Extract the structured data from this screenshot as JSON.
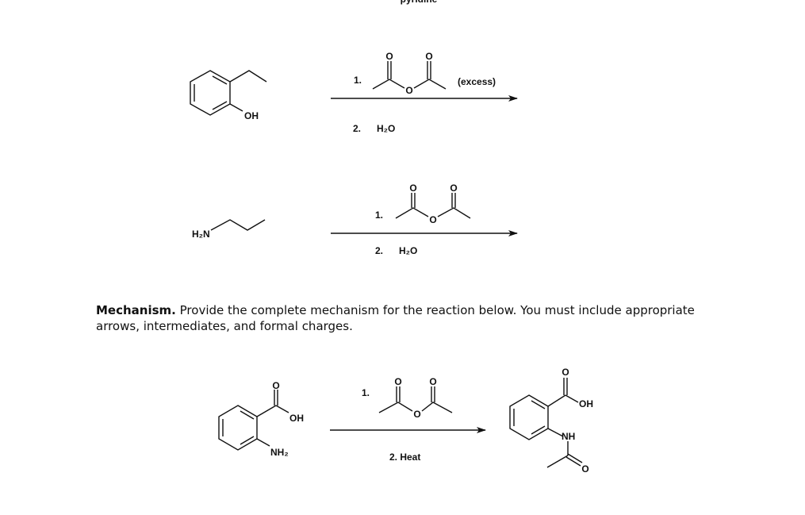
{
  "top_cut_label": "pyridine",
  "reaction1": {
    "reactant_label": "OH",
    "step1": "1.",
    "anhydride_o_labels": [
      "O",
      "O",
      "O"
    ],
    "excess": "(excess)",
    "step2": "2.",
    "step2_reagent": "H₂O"
  },
  "reaction2": {
    "reactant_label": "H₂N",
    "step1": "1.",
    "anhydride_o_labels": [
      "O",
      "O",
      "O"
    ],
    "step2": "2.",
    "step2_reagent": "H₂O"
  },
  "mechanism": {
    "heading": "Mechanism.",
    "text": " Provide the complete mechanism for the reaction below. You must include appropriate arrows, intermediates, and formal charges."
  },
  "reaction3": {
    "reactant_labels": [
      "O",
      "OH",
      "NH₂"
    ],
    "step1": "1.",
    "anhydride_o_labels": [
      "O",
      "O",
      "O"
    ],
    "step2": "2. Heat",
    "product_labels": [
      "O",
      "OH",
      "NH",
      "O"
    ]
  }
}
